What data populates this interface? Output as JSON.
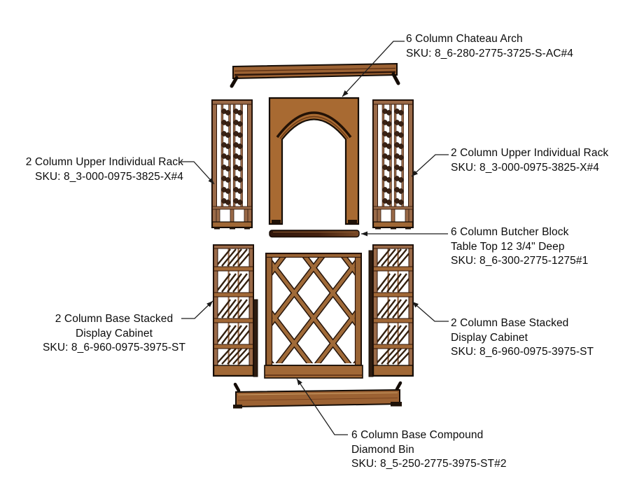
{
  "diagram": {
    "type": "exploded-parts-diagram",
    "subject": "6 column wine rack kit components",
    "background": "#ffffff"
  },
  "palette": {
    "wood": "#A16836",
    "wood_light": "#B07A42",
    "wood_rail": "#9A6A48",
    "wood_dark": "#5A2E12",
    "wood_deep": "#2E160A",
    "knob": "#3A2113",
    "outline": "#140C06",
    "leader_line": "#1F1F1F",
    "text": "#0B0B0B"
  },
  "labels": {
    "chateau_arch": {
      "line1": "6 Column Chateau Arch",
      "line2": "SKU: 8_6-280-2775-3725-S-AC#4"
    },
    "upper_rack_left": {
      "line1": "2 Column Upper Individual Rack",
      "line2": "SKU: 8_3-000-0975-3825-X#4"
    },
    "upper_rack_right": {
      "line1": "2 Column Upper Individual Rack",
      "line2": "SKU: 8_3-000-0975-3825-X#4"
    },
    "butcher_block": {
      "line1": "6 Column Butcher Block",
      "line2": "Table Top 12 3/4\" Deep",
      "line3": "SKU: 8_6-300-2775-1275#1"
    },
    "base_cabinet_left": {
      "line1": "2 Column Base Stacked",
      "line2": "Display Cabinet",
      "line3": "SKU: 8_6-960-0975-3975-ST"
    },
    "base_cabinet_right": {
      "line1": "2 Column Base Stacked",
      "line2": "Display Cabinet",
      "line3": "SKU: 8_6-960-0975-3975-ST"
    },
    "diamond_bin": {
      "line1": "6 Column Base Compound",
      "line2": "Diamond Bin",
      "line3": "SKU: 8_5-250-2775-3975-ST#2"
    }
  },
  "parts": [
    "crown-molding",
    "chateau-arch-frame",
    "upper-individual-rack-left",
    "upper-individual-rack-right",
    "butcher-block-table-top",
    "base-stacked-display-cabinet-left",
    "compound-diamond-bin",
    "base-stacked-display-cabinet-right",
    "base-molding"
  ]
}
